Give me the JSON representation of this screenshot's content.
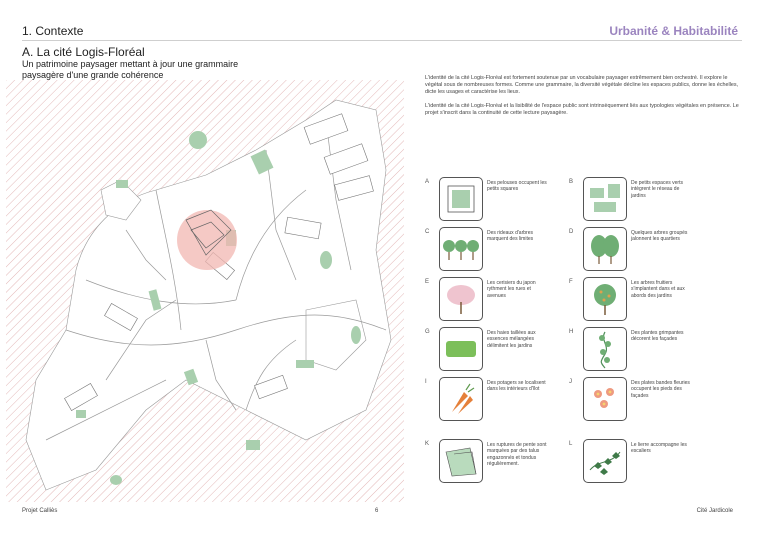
{
  "header": {
    "section": "1. Contexte",
    "theme": "Urbanité & Habitabilité"
  },
  "heading": {
    "title": "A. La cité Logis-Floréal",
    "subtitle": "Un patrimoine paysager mettant à jour une grammaire paysagère d'une grande cohérence"
  },
  "intro": {
    "p1": "L'identité de la cité Logis-Floréal est fortement soutenue par un vocabulaire paysager extrêmement bien orchestré. Il explore le végétal sous de nombreuses formes. Comme une grammaire, la diversité végétale décline les espaces publics, donne les échelles, dicte les usages et caractérise les lieux.",
    "p2": "L'identité de la cité Logis-Floréal et la lisibilité de l'espace public sont intrinsèquement liés aux typologies végétales en présence. Le projet s'inscrit dans la continuité de cette lecture paysagère."
  },
  "items": [
    {
      "letter": "A",
      "icon": "lawn-square-icon",
      "text": "Des pelouses occupent les petits squares"
    },
    {
      "letter": "B",
      "icon": "green-spaces-icon",
      "text": "De petits espaces verts intègrent le réseau de jardins"
    },
    {
      "letter": "C",
      "icon": "tree-row-icon",
      "text": "Des rideaux d'arbres marquent des limites"
    },
    {
      "letter": "D",
      "icon": "tree-group-icon",
      "text": "Quelques arbres groupés jalonnent les quartiers"
    },
    {
      "letter": "E",
      "icon": "cherry-tree-icon",
      "text": "Les cerisiers du japon rythment les rues et avenues"
    },
    {
      "letter": "F",
      "icon": "fruit-tree-icon",
      "text": "Les arbres fruitiers s'implantent dans et aux abords des jardins"
    },
    {
      "letter": "G",
      "icon": "hedge-icon",
      "text": "Des haies taillées aux essences mélangées délimitent les jardins"
    },
    {
      "letter": "H",
      "icon": "climbing-plant-icon",
      "text": "Des plantes grimpantes décorent les façades"
    },
    {
      "letter": "I",
      "icon": "carrot-icon",
      "text": "Des potagers se localisent dans les intérieurs d'îlot"
    },
    {
      "letter": "J",
      "icon": "flower-bed-icon",
      "text": "Des plates bandes fleuries occupent les pieds des façades"
    },
    {
      "letter": "K",
      "icon": "slope-icon",
      "text": "Les ruptures de pente sont marquées par des talus engazonnés et tondus régulièrement."
    },
    {
      "letter": "L",
      "icon": "ivy-icon",
      "text": "Le lierre accompagne les escaliers"
    }
  ],
  "footer": {
    "left": "Projet Calliès",
    "page": "6",
    "right": "Cité Jardicole"
  },
  "colors": {
    "accent": "#9b84bf",
    "green": "#a9cfae",
    "dark_green": "#4f8f58",
    "hatch": "#e3b8b8",
    "highlight": "#f2b7b2"
  }
}
